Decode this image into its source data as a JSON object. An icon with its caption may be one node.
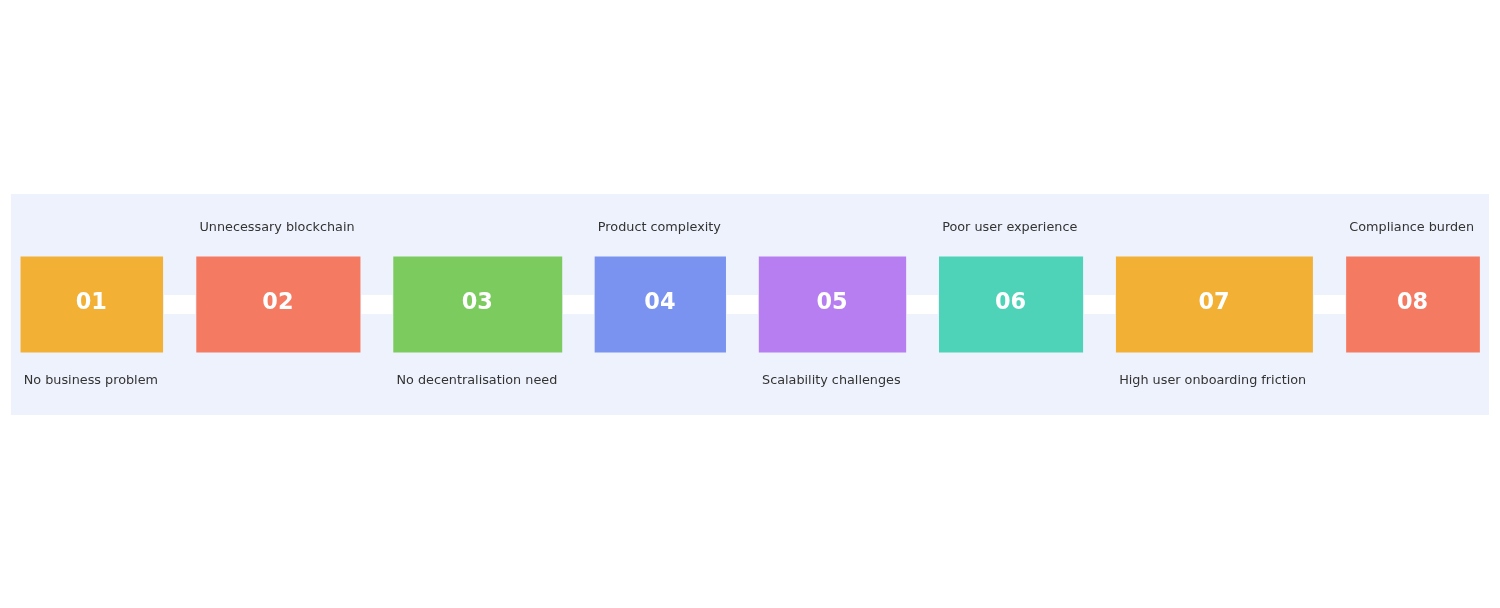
{
  "diagram": {
    "nodes": [
      {
        "text": [
          "01"
        ],
        "beside": [
          "No business problem"
        ]
      },
      {
        "text": [
          "02"
        ],
        "beside": [
          "Unnecessary blockchain"
        ]
      },
      {
        "text": [
          "03"
        ],
        "beside": [
          "No decentralisation need"
        ]
      },
      {
        "text": [
          "04"
        ],
        "beside": [
          "Product complexity"
        ]
      },
      {
        "text": [
          "05"
        ],
        "beside": [
          "Scalability challenges"
        ]
      },
      {
        "text": [
          "06"
        ],
        "beside": [
          "Poor user experience"
        ]
      },
      {
        "text": [
          "07"
        ],
        "beside": [
          "High user onboarding friction"
        ]
      },
      {
        "text": [
          "08"
        ],
        "beside": [
          "Compliance burden"
        ]
      }
    ],
    "edges": [
      {
        "from": 0,
        "to": 1,
        "arrow": "none"
      },
      {
        "from": 1,
        "to": 2,
        "arrow": "none"
      },
      {
        "from": 2,
        "to": 3,
        "arrow": "none"
      },
      {
        "from": 3,
        "to": 4,
        "arrow": "none"
      },
      {
        "from": 4,
        "to": 5,
        "arrow": "none"
      },
      {
        "from": 5,
        "to": 6,
        "arrow": "none"
      },
      {
        "from": 6,
        "to": 7,
        "arrow": "none"
      }
    ]
  }
}
